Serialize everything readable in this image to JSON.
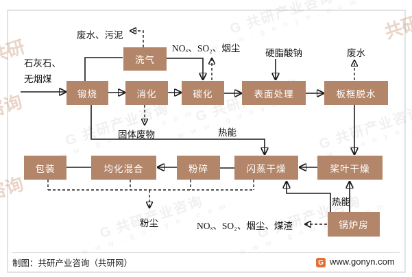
{
  "watermark": {
    "brand": "G 共研产业咨询",
    "site": "w w w . g o n y n . c o m",
    "fragment_a": "共研",
    "fragment_b": "咨询"
  },
  "nodes": {
    "washing": {
      "label": "洗气"
    },
    "calcination": {
      "label": "锻烧"
    },
    "digestion": {
      "label": "消化"
    },
    "carbonization": {
      "label": "碳化"
    },
    "surface": {
      "label": "表面处理"
    },
    "dewatering": {
      "label": "板框脱水"
    },
    "packaging": {
      "label": "包装"
    },
    "homogenizing": {
      "label": "均化混合"
    },
    "crushing": {
      "label": "粉碎"
    },
    "flash_drying": {
      "label": "闪蒸干燥"
    },
    "paddle_drying": {
      "label": "桨叶干燥"
    },
    "boiler": {
      "label": "锅炉房"
    }
  },
  "labels": {
    "feed_line1": "石灰石、",
    "feed_line2": "无烟煤",
    "wastewater_sludge": "废水、污泥",
    "kiln_emissions": "NOₓ、SO₂、烟尘",
    "sodium_stearate": "硬脂酸钠",
    "wastewater": "废水",
    "solid_waste": "固体废物",
    "heat_upper": "热能",
    "heat_lower": "热能",
    "dust": "粉尘",
    "boiler_emissions": "NOₓ、SO₂、烟尘、煤渣"
  },
  "footer": {
    "credit": "制图：共研产业咨询（共研网）",
    "logo_letter": "G",
    "site": "www.gonyn.com"
  },
  "colors": {
    "box": "#b3866a",
    "box_text": "#ffffff",
    "line": "#1a1a1a",
    "logo_accent": "#e2703a"
  }
}
